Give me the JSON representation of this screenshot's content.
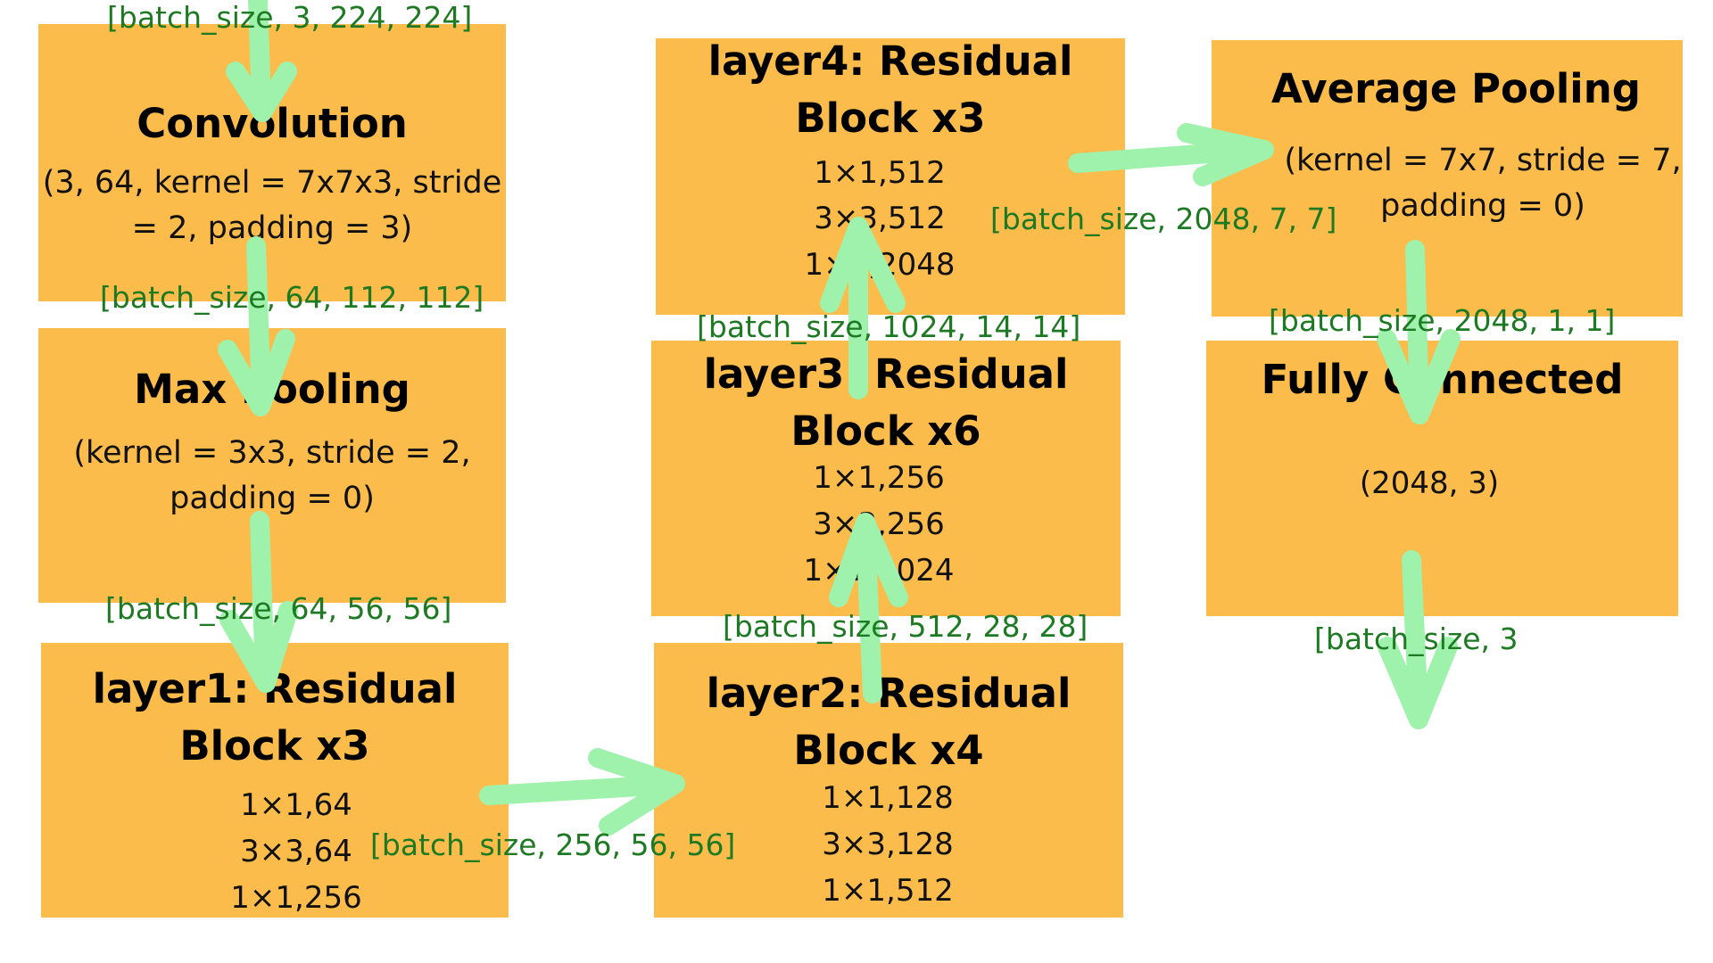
{
  "colors": {
    "box_fill": "#FBBC4B",
    "arrow": "#9EF2AC",
    "shape_label": "#1D7A22",
    "title_text": "#000000"
  },
  "blocks": {
    "convolution": {
      "title": "Convolution",
      "detail": "(3, 64, kernel = 7x7x3, stride\n= 2, padding = 3)"
    },
    "max_pooling": {
      "title": "Max Pooling",
      "detail": "(kernel = 3x3, stride = 2,\npadding = 0)"
    },
    "layer1": {
      "title": "layer1: Residual\nBlock x3",
      "convs": [
        "1×1,64",
        "3×3,64",
        "1×1,256"
      ]
    },
    "layer2": {
      "title": "layer2: Residual\nBlock x4",
      "convs": [
        "1×1,128",
        "3×3,128",
        "1×1,512"
      ]
    },
    "layer3": {
      "title": "layer3: Residual\nBlock x6",
      "convs": [
        "1×1,256",
        "3×3,256",
        "1×1,1024"
      ]
    },
    "layer4": {
      "title": "layer4: Residual\nBlock x3",
      "convs": [
        "1×1,512",
        "3×3,512",
        "1×1,2048"
      ]
    },
    "average_pooling": {
      "title": "Average Pooling",
      "detail": "(kernel = 7x7, stride = 7,\npadding = 0)"
    },
    "fully_connected": {
      "title": "Fully Connected",
      "detail": "(2048, 3)"
    }
  },
  "tensor_shapes": {
    "input": "[batch_size, 3, 224, 224]",
    "after_conv": "[batch_size, 64, 112, 112]",
    "after_maxpool": "[batch_size, 64, 56, 56]",
    "after_layer1": "[batch_size, 256, 56, 56]",
    "after_layer2": "[batch_size, 512, 28, 28]",
    "after_layer3": "[batch_size, 1024, 14, 14]",
    "after_layer4": "[batch_size, 2048, 7, 7]",
    "after_avgpool": "[batch_size, 2048, 1, 1]",
    "output": "[batch_size, 3"
  }
}
